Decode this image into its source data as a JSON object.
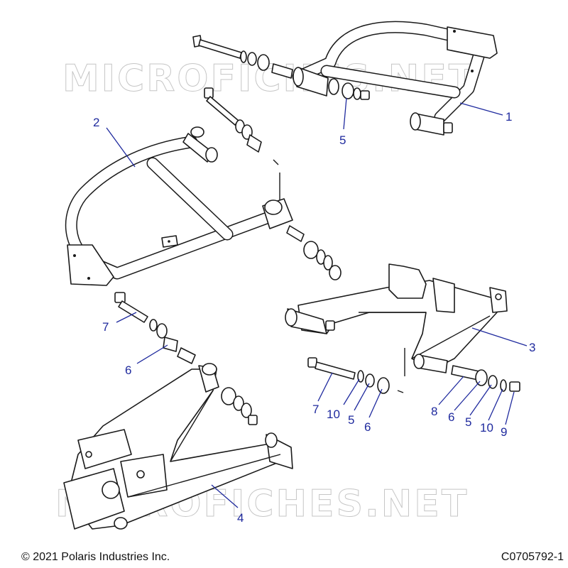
{
  "watermark": "MICROFICHES.NET",
  "footer": {
    "copyright": "© 2021 Polaris Industries Inc.",
    "drawing_id": "C0705792-1"
  },
  "callouts": [
    {
      "id": "c1",
      "label": "1"
    },
    {
      "id": "c2",
      "label": "2"
    },
    {
      "id": "c3",
      "label": "3"
    },
    {
      "id": "c4",
      "label": "4"
    },
    {
      "id": "c5a",
      "label": "5"
    },
    {
      "id": "c6a",
      "label": "6"
    },
    {
      "id": "c7a",
      "label": "7"
    },
    {
      "id": "c7b",
      "label": "7"
    },
    {
      "id": "c10a",
      "label": "10"
    },
    {
      "id": "c5b",
      "label": "5"
    },
    {
      "id": "c6b",
      "label": "6"
    },
    {
      "id": "c8",
      "label": "8"
    },
    {
      "id": "c6c",
      "label": "6"
    },
    {
      "id": "c5c",
      "label": "5"
    },
    {
      "id": "c10b",
      "label": "10"
    },
    {
      "id": "c9",
      "label": "9"
    }
  ],
  "colors": {
    "callout": "#1f2a9e",
    "line": "#1a1a1a",
    "watermark": "#b8b8b8"
  }
}
